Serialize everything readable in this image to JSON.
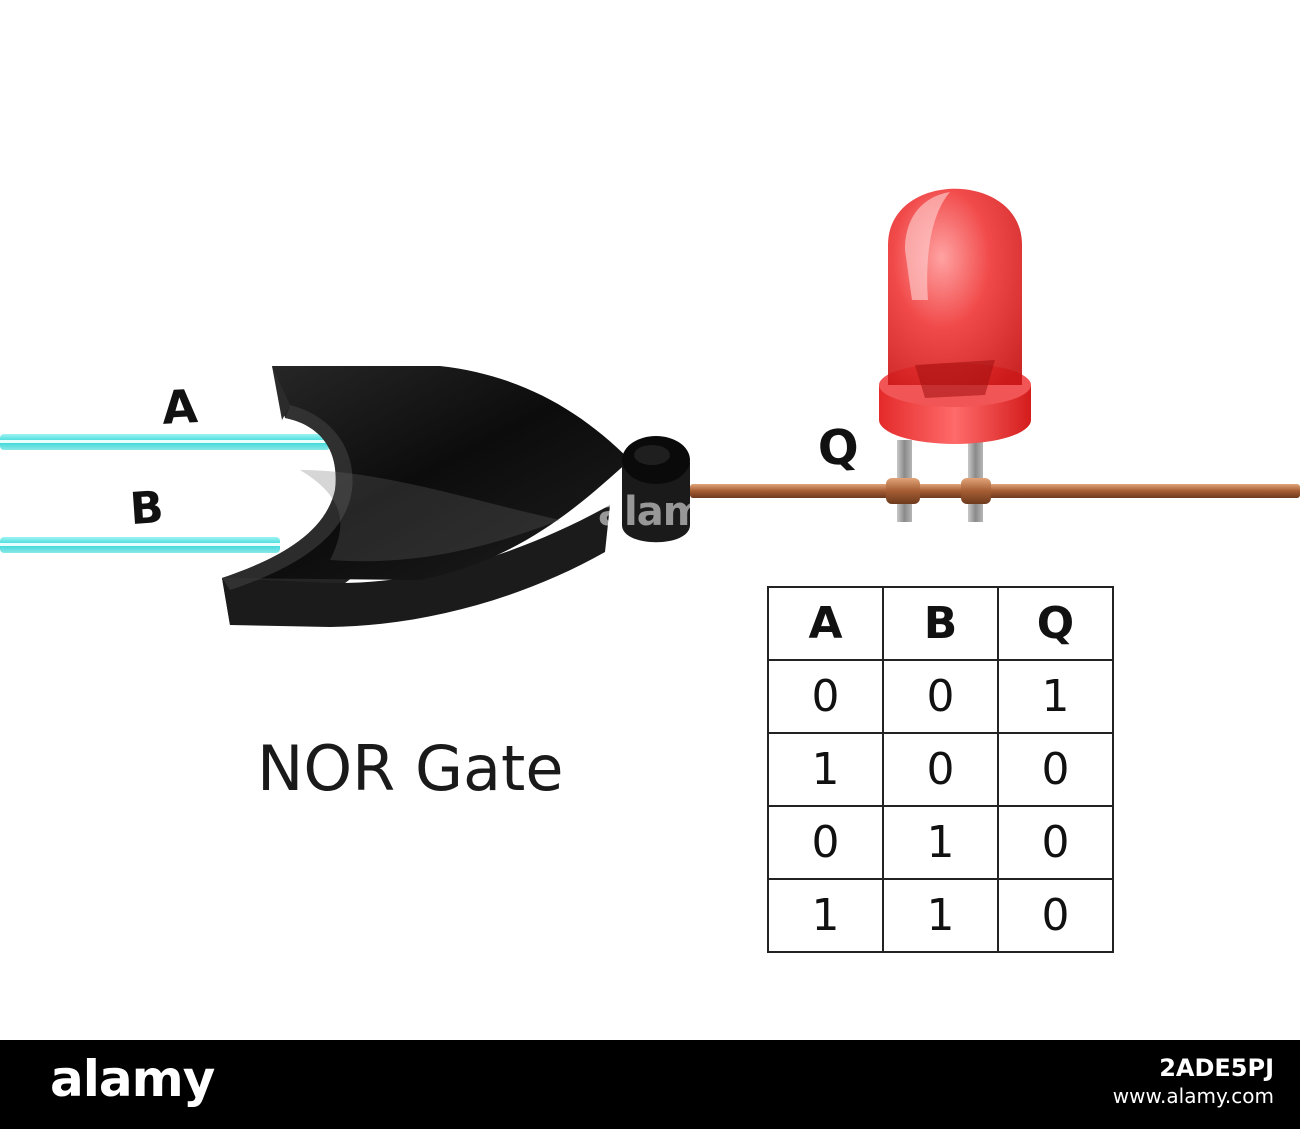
{
  "diagram": {
    "input_labels": [
      "A",
      "B"
    ],
    "output_label": "Q",
    "gate_title": "NOR Gate",
    "colors": {
      "input_wire_glow": "#4fe3e3",
      "gate_body": "#111111",
      "output_wire": "#b06a3c",
      "led_lens": "#ee2020",
      "led_leads": "#9a9a9a"
    }
  },
  "truth_table": {
    "headers": [
      "A",
      "B",
      "Q"
    ],
    "rows": [
      [
        "0",
        "0",
        "1"
      ],
      [
        "1",
        "0",
        "0"
      ],
      [
        "0",
        "1",
        "0"
      ],
      [
        "1",
        "1",
        "0"
      ]
    ]
  },
  "watermark": {
    "center_text": "alamy",
    "footer_logo": "alamy",
    "image_id": "2ADE5PJ",
    "url": "www.alamy.com"
  }
}
